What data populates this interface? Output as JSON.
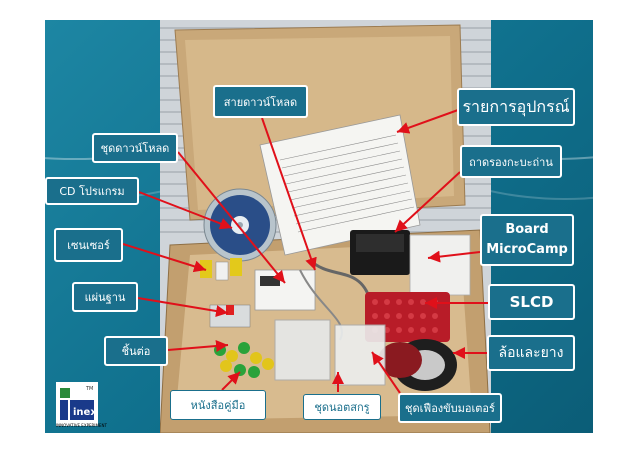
{
  "labels": {
    "download_cable": "สายดาวน์โหลด",
    "equipment_list": "รายการอุปกรณ์",
    "download_kit": "ชุดดาวน์โหลด",
    "battery_tray": "ถาดรองกะบะถ่าน",
    "cd_program": "CD โปรแกรม",
    "board": "Board\nMicroCamp",
    "sensor": "เซนเซอร์",
    "base_plate": "แผ่นฐาน",
    "slcd": "SLCD",
    "parts": "ชิ้นต่อ",
    "wheels_tires": "ล้อและยาง",
    "manual": "หนังสือคู่มือ",
    "nut_screw_set": "ชุดนอตสกรู",
    "gear_motor_set": "ชุดเฟืองขับมอเตอร์"
  },
  "logo": {
    "brand": "inex",
    "tm": "TM",
    "tagline": "INNOVATIVE EXPERIMENT"
  },
  "colors": {
    "slide_bg": "#1a7fa0",
    "label_bg": "#1a6f8c",
    "arrow": "#e0101a"
  }
}
